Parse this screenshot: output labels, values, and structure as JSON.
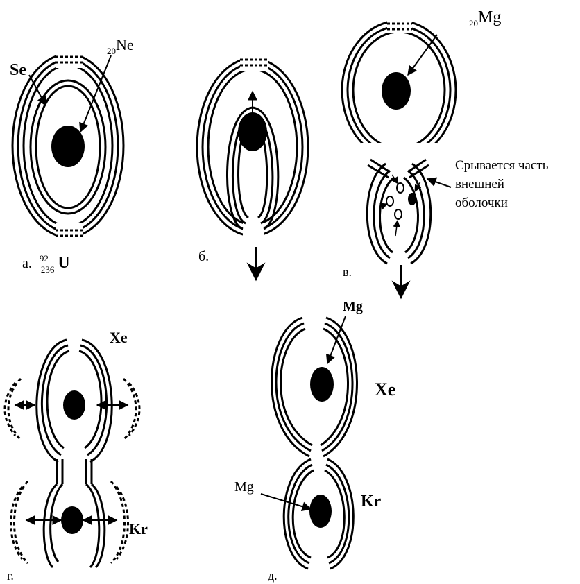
{
  "panels": {
    "a": {
      "caption": "а.",
      "uranium": {
        "sup": "92",
        "sub": "236",
        "symbol": "U"
      },
      "se_label": "Se",
      "ne": {
        "sub": "20",
        "symbol": "Ne"
      }
    },
    "b": {
      "caption": "б."
    },
    "c": {
      "caption": "в.",
      "mg": {
        "sub": "20",
        "symbol": "Mg"
      },
      "note_lines": [
        "Срывается часть",
        "внешней",
        "оболочки"
      ]
    },
    "d": {
      "caption": "г.",
      "xe_label": "Xe",
      "kr_label": "Kr"
    },
    "e": {
      "caption": "д.",
      "mg_top": "Mg",
      "xe_label": "Xe",
      "mg_bottom": "Mg",
      "kr_label": "Kr"
    }
  },
  "colors": {
    "ink": "#000000",
    "paper": "#ffffff"
  }
}
